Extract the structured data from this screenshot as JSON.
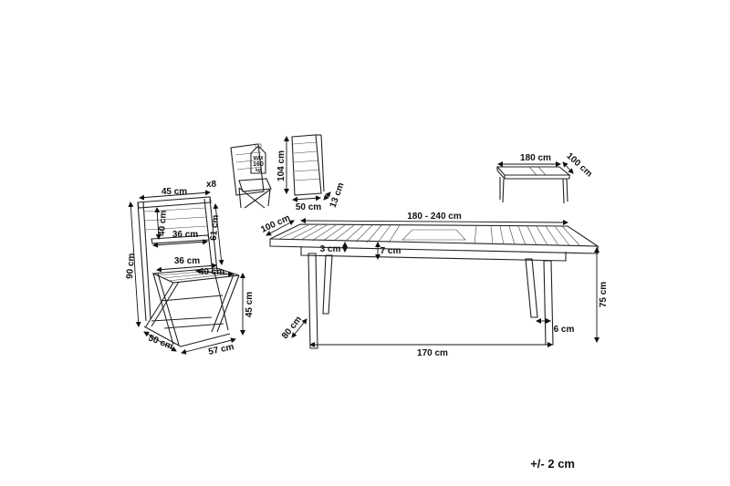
{
  "badges": {
    "max_top": "MAX",
    "max_value": "160",
    "max_unit": "kg",
    "quantity": "x8"
  },
  "chair": {
    "width_top": "45 cm",
    "back_height": "40 cm",
    "back_width": "36 cm",
    "back_side": "61 cm",
    "total_height": "90 cm",
    "seat_width": "36 cm",
    "seat_depth": "40 cm",
    "seat_height": "45 cm",
    "foot_width": "50 cm",
    "foot_depth": "57 cm"
  },
  "folded_chair": {
    "height": "104 cm",
    "width": "50 cm",
    "depth": "13 cm"
  },
  "small_table": {
    "length": "180 cm",
    "width": "100 cm"
  },
  "table": {
    "length_range": "180 - 240 cm",
    "width": "100 cm",
    "top_thickness": "3 cm",
    "apron": "7 cm",
    "height": "75 cm",
    "leg_span": "170 cm",
    "leg_depth": "80 cm",
    "leg_width": "6 cm"
  },
  "tolerance": "+/- 2 cm"
}
